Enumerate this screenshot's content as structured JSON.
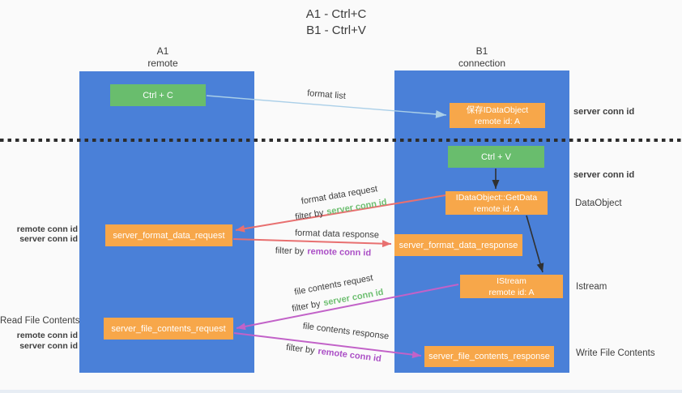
{
  "title": {
    "line1": "A1 - Ctrl+C",
    "line2": "B1 - Ctrl+V"
  },
  "lifelines": {
    "left": {
      "name": "A1",
      "role": "remote"
    },
    "right": {
      "name": "B1",
      "role": "connection"
    }
  },
  "nodes": {
    "ctrl_c": {
      "label": "Ctrl + C"
    },
    "ctrl_v": {
      "label": "Ctrl + V"
    },
    "save_dataobject": {
      "line1": "保存IDataObject",
      "line2": "remote id: A"
    },
    "getdata": {
      "line1": "IDataObject::GetData",
      "line2": "remote id: A"
    },
    "istream": {
      "line1": "IStream",
      "line2": "remote id: A"
    },
    "format_request": {
      "label": "server_format_data_request"
    },
    "format_response": {
      "label": "server_format_data_response"
    },
    "file_request": {
      "label": "server_file_contents_request"
    },
    "file_response": {
      "label": "server_file_contents_response"
    }
  },
  "arrow_labels": {
    "format_list": "format list",
    "format_data_request": "format data request",
    "format_data_response": "format data response",
    "file_contents_request": "file contents request",
    "file_contents_response": "file contents response",
    "filter_by": "filter by",
    "server_conn_id": "server conn id",
    "remote_conn_id": "remote conn id"
  },
  "side_labels": {
    "server_conn_id_right_top": "server conn id",
    "server_conn_id_right_mid": "server conn id",
    "dataobject": "DataObject",
    "istream": "Istream",
    "write_file_contents": "Write File Contents",
    "read_file_contents": "Read File Contents",
    "remote_conn_id": "remote conn id",
    "server_conn_id": "server conn id"
  },
  "colors": {
    "lifeline_blue": "#4a80d8",
    "node_green": "#69bd6d",
    "node_orange": "#f7a74a",
    "arrow_light_blue": "#aacfe8",
    "arrow_red": "#e87070",
    "arrow_magenta": "#c262c8",
    "arrow_black": "#303030",
    "label_green": "#6fbf72",
    "label_purple": "#ab4fc6",
    "text_dark": "#3c3c3c",
    "background": "#fafafa"
  }
}
